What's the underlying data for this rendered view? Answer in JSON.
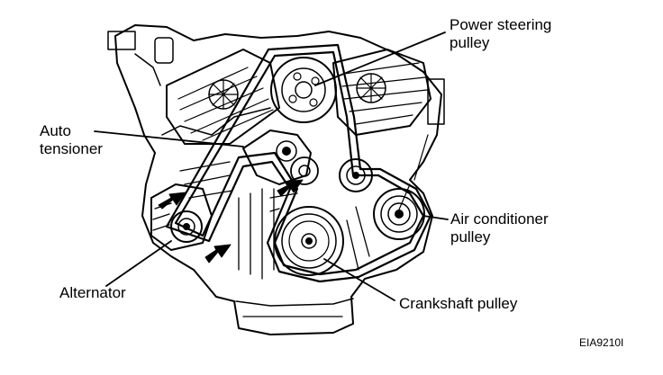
{
  "labels": {
    "power_steering_line1": "Power steering",
    "power_steering_line2": "pulley",
    "auto_tensioner_line1": "Auto",
    "auto_tensioner_line2": "tensioner",
    "air_conditioner_line1": "Air conditioner",
    "air_conditioner_line2": "pulley",
    "alternator": "Alternator",
    "crankshaft": "Crankshaft pulley"
  },
  "figure_code": "EIA9210I",
  "colors": {
    "ink": "#000000",
    "background": "#ffffff"
  }
}
